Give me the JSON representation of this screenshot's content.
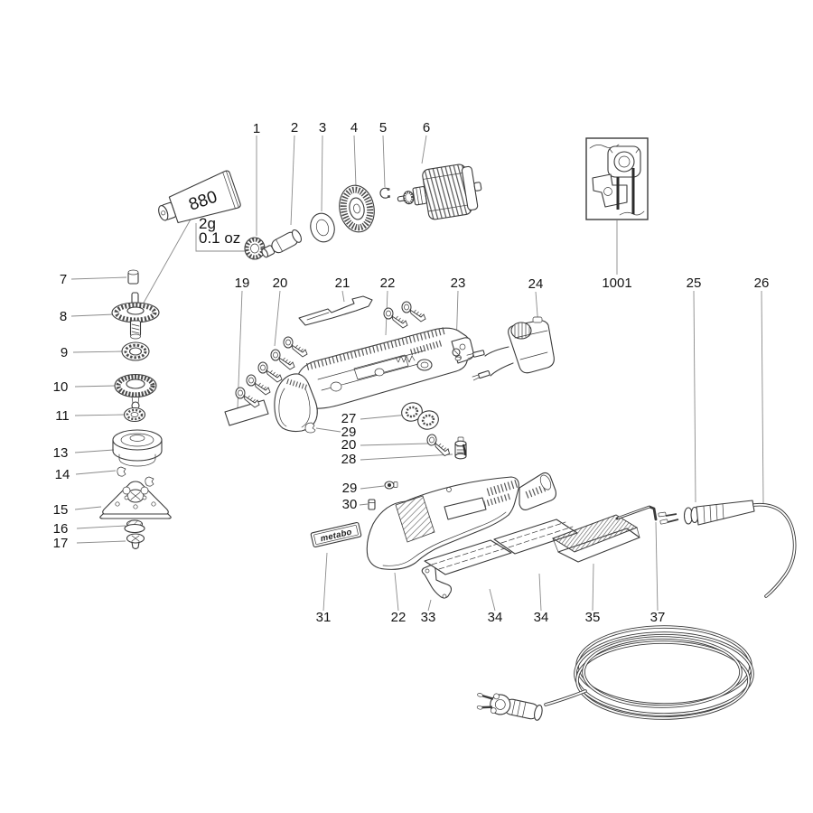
{
  "diagram": {
    "background": "#ffffff",
    "line_color": "#3a3a3a",
    "leader_color": "#8a8a8a",
    "text_color": "#141414"
  },
  "grease_tube": {
    "code": "880",
    "weight_metric": "2g",
    "weight_imperial": "0.1 oz"
  },
  "brand_plate": {
    "text": "metabo"
  },
  "callouts": {
    "top": {
      "p1": "1",
      "p2": "2",
      "p3": "3",
      "p4": "4",
      "p5": "5",
      "p6": "6"
    },
    "left": {
      "p7": "7",
      "p8": "8",
      "p9": "9",
      "p10": "10",
      "p11": "11",
      "p13": "13",
      "p14": "14",
      "p15": "15",
      "p16": "16",
      "p17": "17"
    },
    "middle": {
      "p19": "19",
      "p20": "20",
      "p21": "21",
      "p22": "22",
      "p23": "23",
      "p24": "24",
      "p1001": "1001"
    },
    "inset": {
      "p27": "27",
      "p29": "29",
      "p20b": "20",
      "p28": "28",
      "p29b": "29",
      "p30": "30"
    },
    "bottom": {
      "p31": "31",
      "p22b": "22",
      "p33": "33",
      "p34a": "34",
      "p34b": "34",
      "p35": "35",
      "p37": "37"
    },
    "cord": {
      "p25": "25",
      "p26": "26"
    }
  }
}
